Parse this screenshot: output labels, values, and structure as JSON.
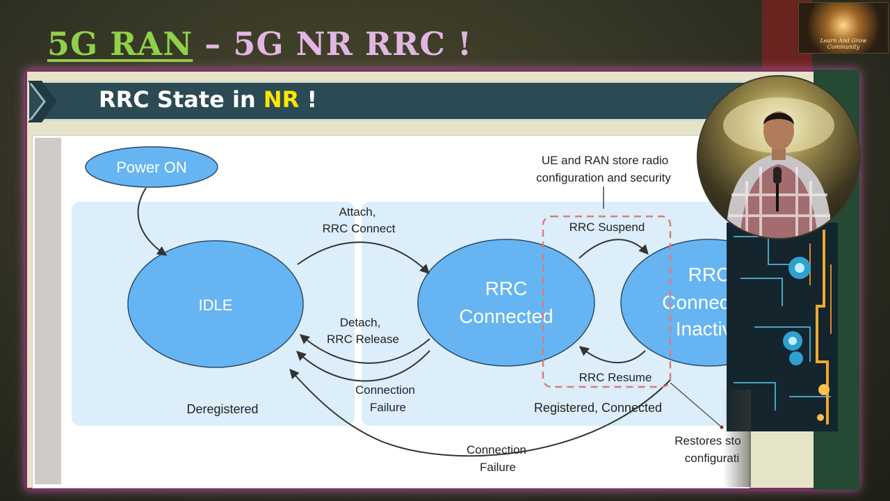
{
  "title": {
    "part1": "5G RAN",
    "dash": "–",
    "part2": "5G NR RRC !"
  },
  "header": {
    "prefix": "RRC State in",
    "highlight": "NR",
    "suffix": "!"
  },
  "logo": {
    "line1": "Learn And Grow",
    "line2": "Community"
  },
  "diagram": {
    "start_node": "Power ON",
    "states": {
      "idle": "IDLE",
      "connected_line1": "RRC",
      "connected_line2": "Connected",
      "inactive_line1": "RRC",
      "inactive_line2": "Connected",
      "inactive_line3": "Inactive"
    },
    "regions": {
      "left": "Deregistered",
      "right": "Registered, Connected"
    },
    "transitions": {
      "attach_line1": "Attach,",
      "attach_line2": "RRC Connect",
      "detach_line1": "Detach,",
      "detach_line2": "RRC Release",
      "conn_fail_1_line1": "Connection",
      "conn_fail_1_line2": "Failure",
      "suspend": "RRC Suspend",
      "resume": "RRC Resume",
      "conn_fail_2_line1": "Connection",
      "conn_fail_2_line2": "Failure"
    },
    "annotations": {
      "store_line1": "UE and RAN store radio",
      "store_line2": "configuration and security",
      "restore_line1": "Restores sto",
      "restore_line2": "configurati"
    }
  },
  "colors": {
    "title_green": "#8fd14a",
    "title_pink": "#e2b6e2",
    "header_bar": "#2b4a54",
    "highlight_yellow": "#ffe600",
    "state_fill": "#66b5f2",
    "region_fill": "#dbeefa",
    "dashed_box": "#e07a7a"
  }
}
